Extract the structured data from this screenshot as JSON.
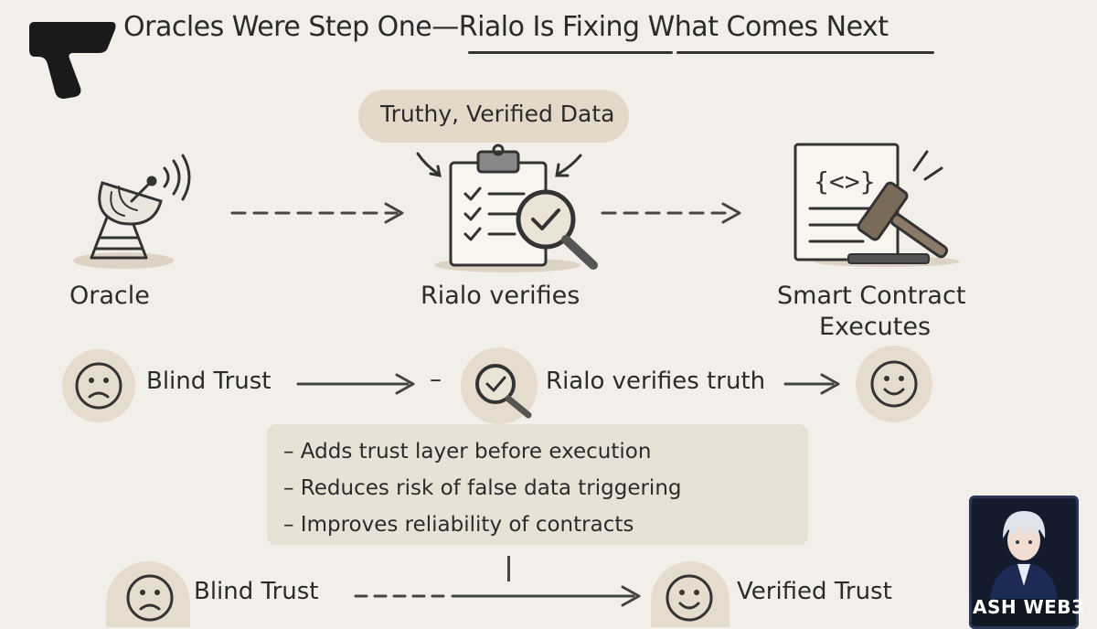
{
  "title": "Oracles Were Step One—Rialo Is Fixing What Comes Next",
  "top_pill": "Truthy, Verified Data",
  "nodes": {
    "oracle": "Oracle",
    "rialo": "Rialo verifies",
    "contract_line1": "Smart Contract",
    "contract_line2": "Executes"
  },
  "flow1": {
    "left": "Blind Trust",
    "dash": "–",
    "middle": "Rialo verifies truth"
  },
  "bullets": [
    "– Adds trust layer before execution",
    "– Reduces risk of false data triggering",
    "– Improves reliability of contracts"
  ],
  "flow2": {
    "left": "Blind Trust",
    "right": "Verified Trust"
  },
  "badge": {
    "name": "ASH WEB3"
  },
  "colors": {
    "background": "#f2efea",
    "pill": "#e4d9c8",
    "ink": "#2b2b2b"
  }
}
